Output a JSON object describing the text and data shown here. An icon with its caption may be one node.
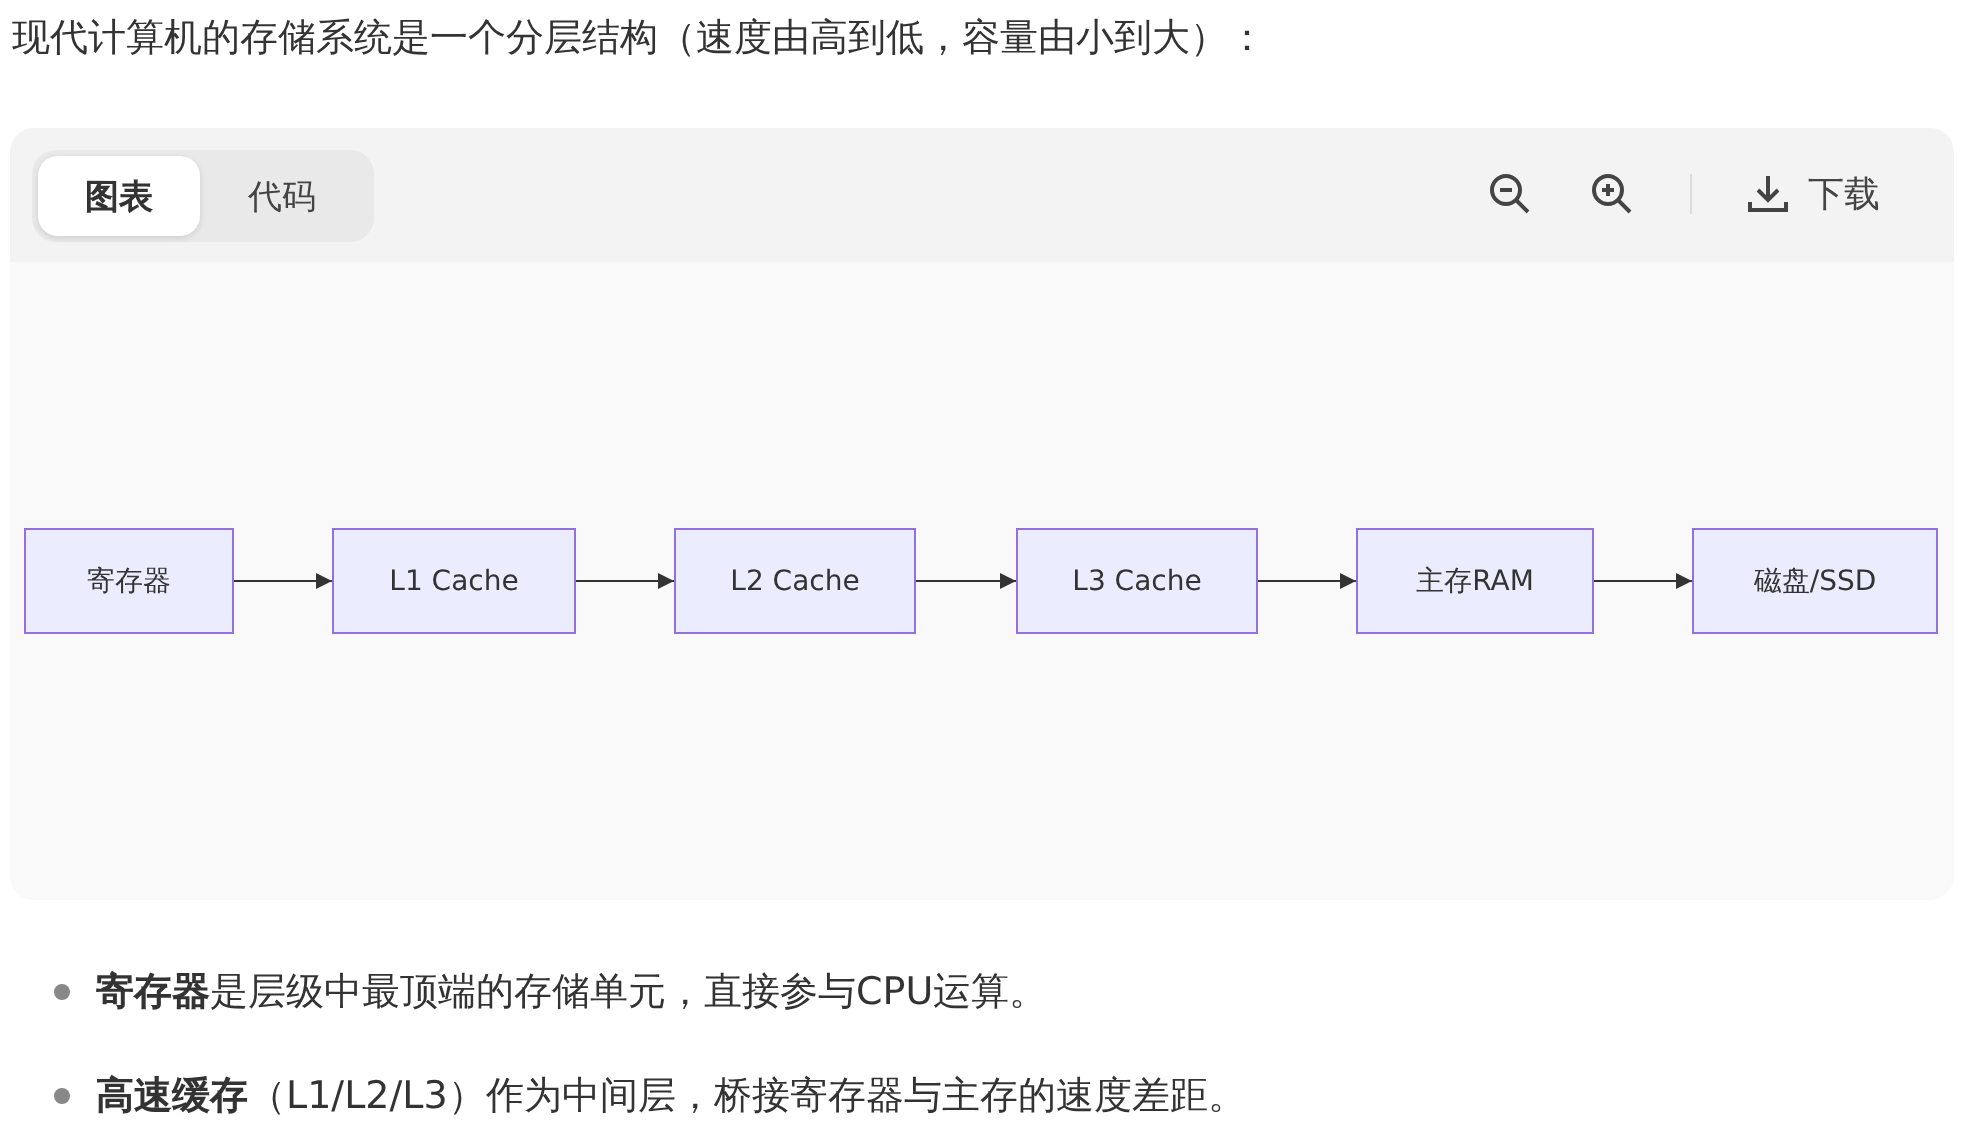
{
  "diagram": {
    "title": "现代计算机的存储系统是一个分层结构（速度由高到低，容量由小到大）：",
    "nodes": [
      {
        "text": [
          "寄存器"
        ]
      },
      {
        "text": [
          "L1 Cache"
        ]
      },
      {
        "text": [
          "L2 Cache"
        ]
      },
      {
        "text": [
          "L3 Cache"
        ]
      },
      {
        "text": [
          "主存RAM"
        ]
      },
      {
        "text": [
          "磁盘/SSD"
        ]
      }
    ],
    "edges": [
      {
        "from": 0,
        "to": 1,
        "arrow": "to"
      },
      {
        "from": 1,
        "to": 2,
        "arrow": "to"
      },
      {
        "from": 2,
        "to": 3,
        "arrow": "to"
      },
      {
        "from": 3,
        "to": 4,
        "arrow": "to"
      },
      {
        "from": 4,
        "to": 5,
        "arrow": "to"
      }
    ],
    "labels": [
      "图表",
      "代码",
      "下载",
      "**寄存器**是层级中最顶端的存储单元，直接参与CPU运算。",
      "**高速缓存**（L1/L2/L3）作为中间层，桥接寄存器与主存的速度差距。"
    ]
  }
}
